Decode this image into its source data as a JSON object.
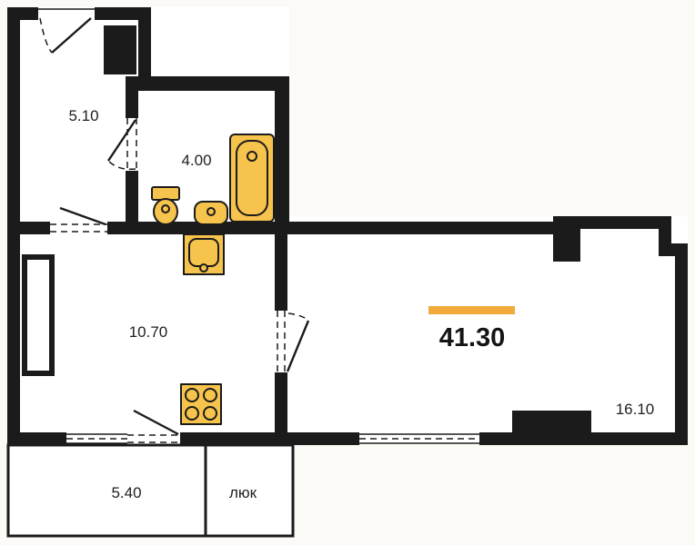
{
  "colors": {
    "page_bg": "#fbfaf7",
    "room": "#ffffff",
    "wall": "#1b1b1b",
    "fixture": "#f6c34c",
    "accent": "#f2a93b",
    "text": "#1f1f1f"
  },
  "rooms": {
    "hallway": {
      "area": "5.10"
    },
    "bathroom": {
      "area": "4.00"
    },
    "kitchen_living": {
      "area": "10.70"
    },
    "total": {
      "area": "41.30"
    },
    "main_room": {
      "area": "16.10"
    },
    "balcony": {
      "area": "5.40"
    },
    "hatch": {
      "label": "люк"
    }
  },
  "fixtures": [
    "bathtub",
    "toilet",
    "washbasin",
    "kitchen-sink",
    "stove"
  ]
}
